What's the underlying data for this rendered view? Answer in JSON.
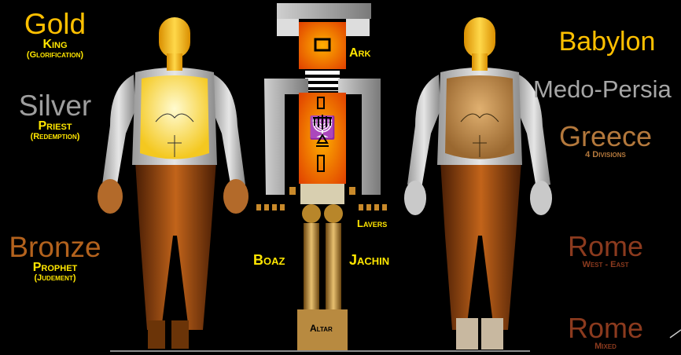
{
  "left": {
    "gold": {
      "metal": "Gold",
      "role": "King",
      "meaning": "(Glorification)",
      "color": "#ffc000"
    },
    "silver": {
      "metal": "Silver",
      "role": "Priest",
      "meaning": "(Redemption)",
      "color": "#9e9e9e"
    },
    "bronze": {
      "metal": "Bronze",
      "role": "Prophet",
      "meaning": "(Judement)",
      "color": "#b3621d"
    }
  },
  "tabernacle": {
    "ark": "Ark",
    "lavers": "Lavers",
    "boaz": "Boaz",
    "jachin": "Jachin",
    "altar": "Altar"
  },
  "right": {
    "babylon": {
      "name": "Babylon",
      "color": "#ffc000"
    },
    "medo_persia": {
      "name": "Medo-Persia",
      "color": "#a6a6a6"
    },
    "greece": {
      "name": "Greece",
      "note": "4 Divisions",
      "color": "#b3783c"
    },
    "rome1": {
      "name": "Rome",
      "note": "West - East",
      "color": "#8b3a1e"
    },
    "rome2": {
      "name": "Rome",
      "note": "Mixed",
      "color": "#8b3a1e"
    }
  }
}
